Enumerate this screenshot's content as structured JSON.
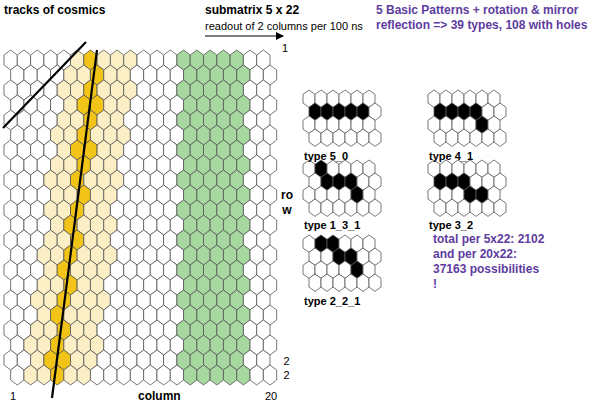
{
  "diagram": {
    "labels": [
      "tracks of cosmics",
      "submatrix 5 x 22",
      "readout of 2 columns per 100 ns",
      "1",
      "row",
      "22",
      "1",
      "column",
      "20",
      "5 Basic Patterns + rotation & mirror reflection => 39 types, 108 with holes",
      "type 5_0",
      "type 4_1",
      "type 1_3_1",
      "type 3_2",
      "type 2_2_1",
      "total per 5x22: 2102 and per 20x22: 37163 possibilities !"
    ]
  }
}
